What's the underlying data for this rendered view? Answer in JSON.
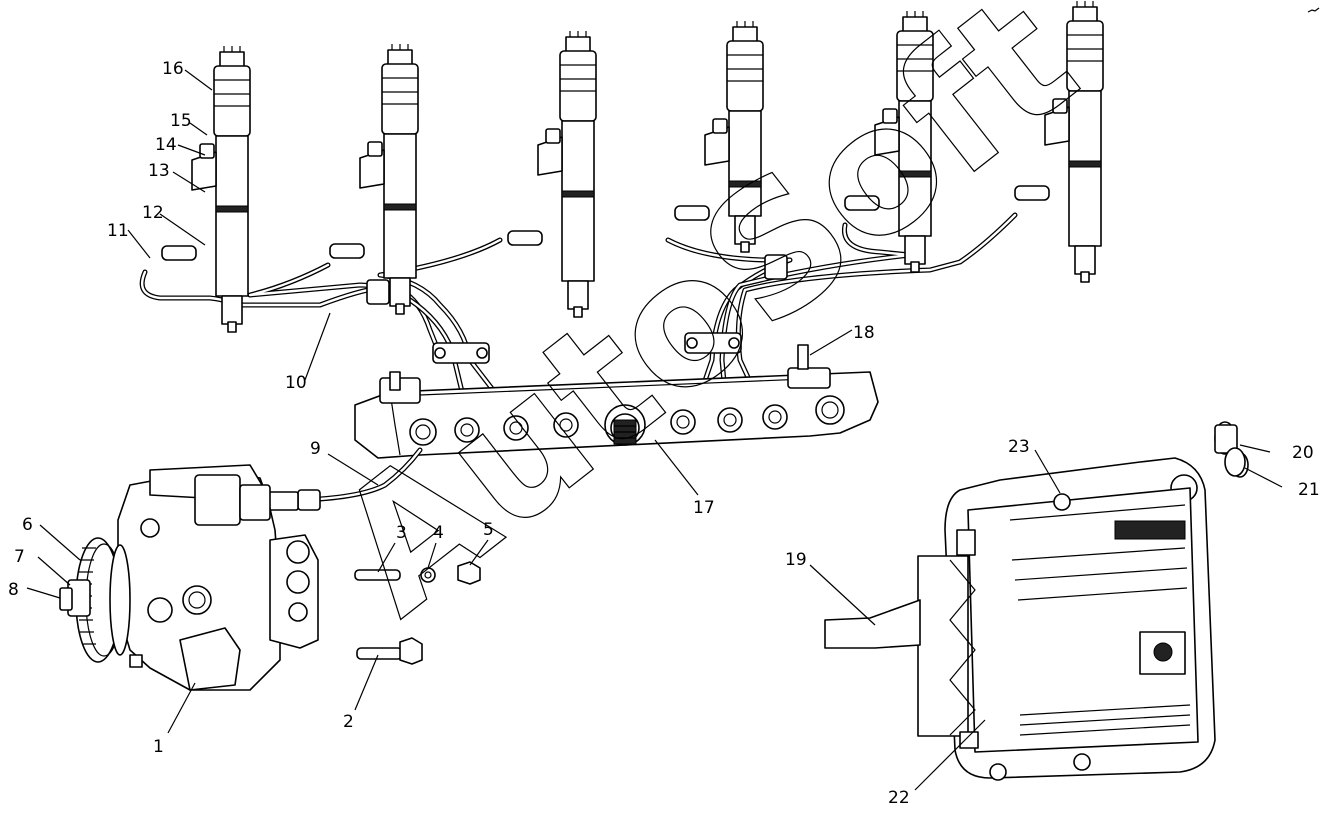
{
  "diagram": {
    "callouts": [
      "1",
      "2",
      "3",
      "4",
      "5",
      "6",
      "7",
      "8",
      "9",
      "10",
      "11",
      "12",
      "13",
      "14",
      "15",
      "16",
      "17",
      "18",
      "19",
      "20",
      "21",
      "22",
      "23"
    ],
    "watermark": "AutoSoft"
  }
}
